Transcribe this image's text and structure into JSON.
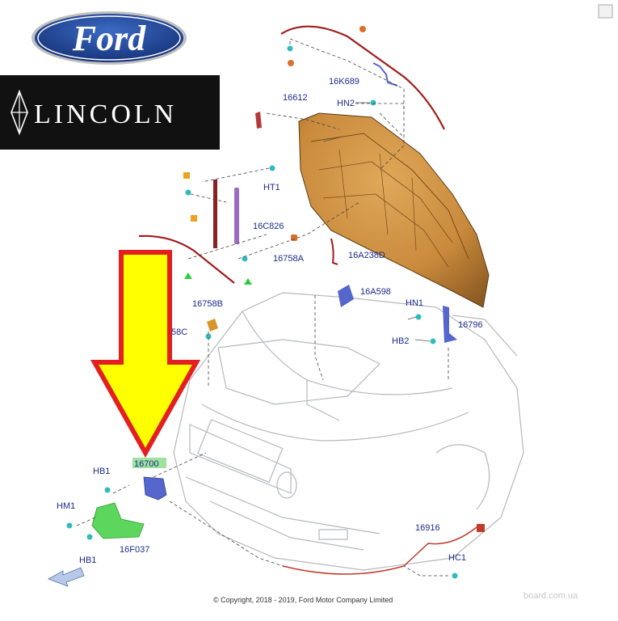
{
  "brand": {
    "ford_logo_text": "Ford",
    "lincoln_logo_text": "LINCOLN"
  },
  "parts": [
    {
      "id": "16K689",
      "label": "16K689"
    },
    {
      "id": "HN2",
      "label": "HN2"
    },
    {
      "id": "16612",
      "label": "16612"
    },
    {
      "id": "HT1",
      "label": "HT1"
    },
    {
      "id": "16C826",
      "label": "16C826"
    },
    {
      "id": "16758A",
      "label": "16758A"
    },
    {
      "id": "16A238D",
      "label": "16A238D"
    },
    {
      "id": "16A598",
      "label": "16A598"
    },
    {
      "id": "HN1",
      "label": "HN1"
    },
    {
      "id": "16796",
      "label": "16796"
    },
    {
      "id": "HB2",
      "label": "HB2"
    },
    {
      "id": "16758B",
      "label": "16758B"
    },
    {
      "id": "758C",
      "label": "58C"
    },
    {
      "id": "16700",
      "label": "16700"
    },
    {
      "id": "HB1a",
      "label": "HB1"
    },
    {
      "id": "HM1",
      "label": "HM1"
    },
    {
      "id": "16F037",
      "label": "16F037"
    },
    {
      "id": "HB1b",
      "label": "HB1"
    },
    {
      "id": "16916",
      "label": "16916"
    },
    {
      "id": "HC1",
      "label": "HC1"
    }
  ],
  "copyright": "© Copyright, 2018 - 2019, Ford Motor Company Limited",
  "watermark": "board.com.ua",
  "colors": {
    "label": "#1c2b8c",
    "hood": "#c98a3c",
    "arrow_fill": "#ffff00",
    "arrow_stroke": "#e32020",
    "lincoln_bg": "#111111",
    "ford_oval": "#1a3e8c"
  }
}
